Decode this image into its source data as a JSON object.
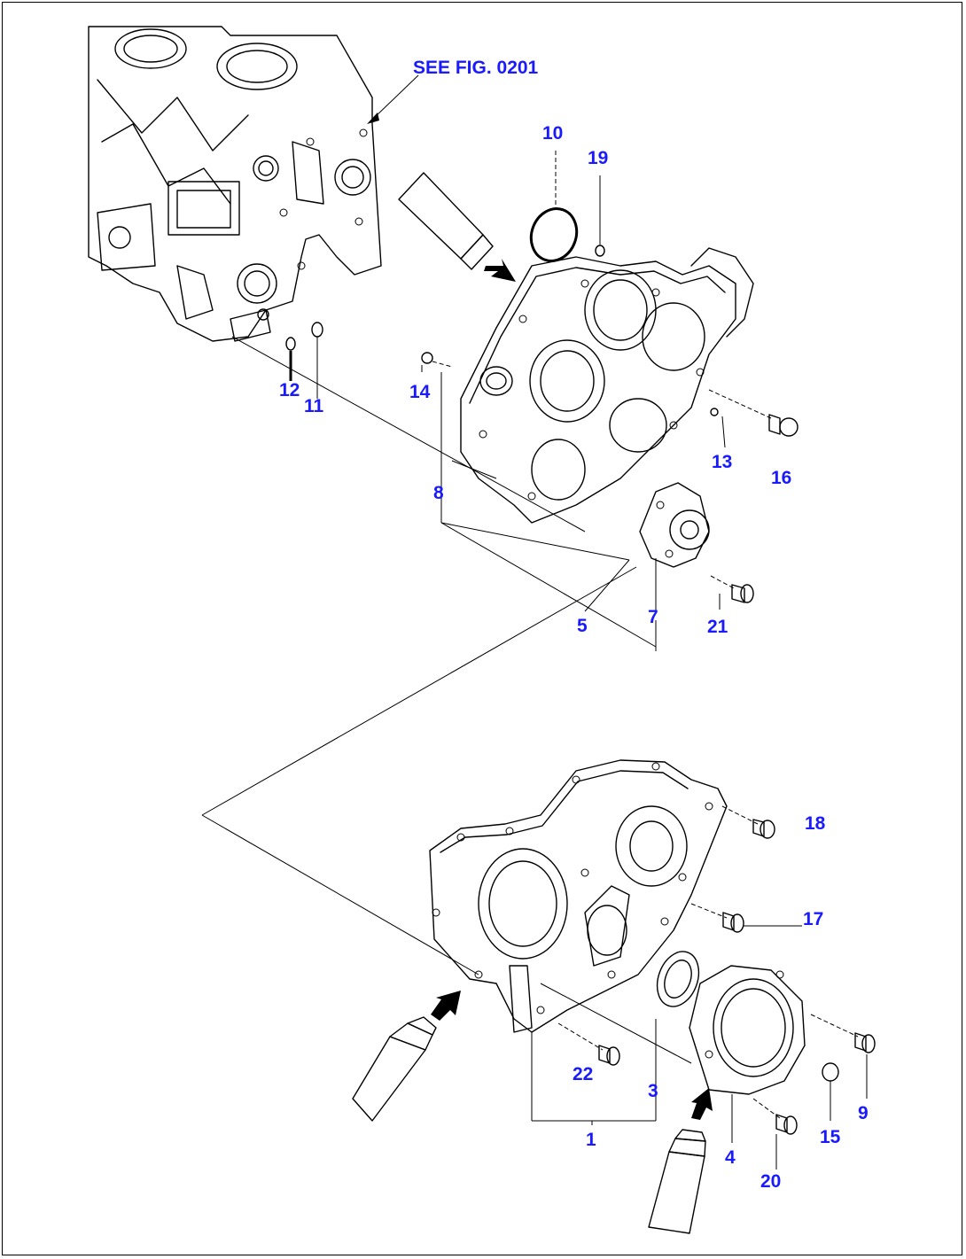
{
  "reference_label": "SEE FIG. 0201",
  "callouts": {
    "c1": "1",
    "c3": "3",
    "c4": "4",
    "c5": "5",
    "c7": "7",
    "c8": "8",
    "c9": "9",
    "c10": "10",
    "c11": "11",
    "c12": "12",
    "c13": "13",
    "c14": "14",
    "c15": "15",
    "c16": "16",
    "c17": "17",
    "c18": "18",
    "c19": "19",
    "c20": "20",
    "c21": "21",
    "c22": "22"
  },
  "colors": {
    "callout_text": "#1a1aff",
    "line_art": "#000000",
    "background": "#ffffff"
  }
}
